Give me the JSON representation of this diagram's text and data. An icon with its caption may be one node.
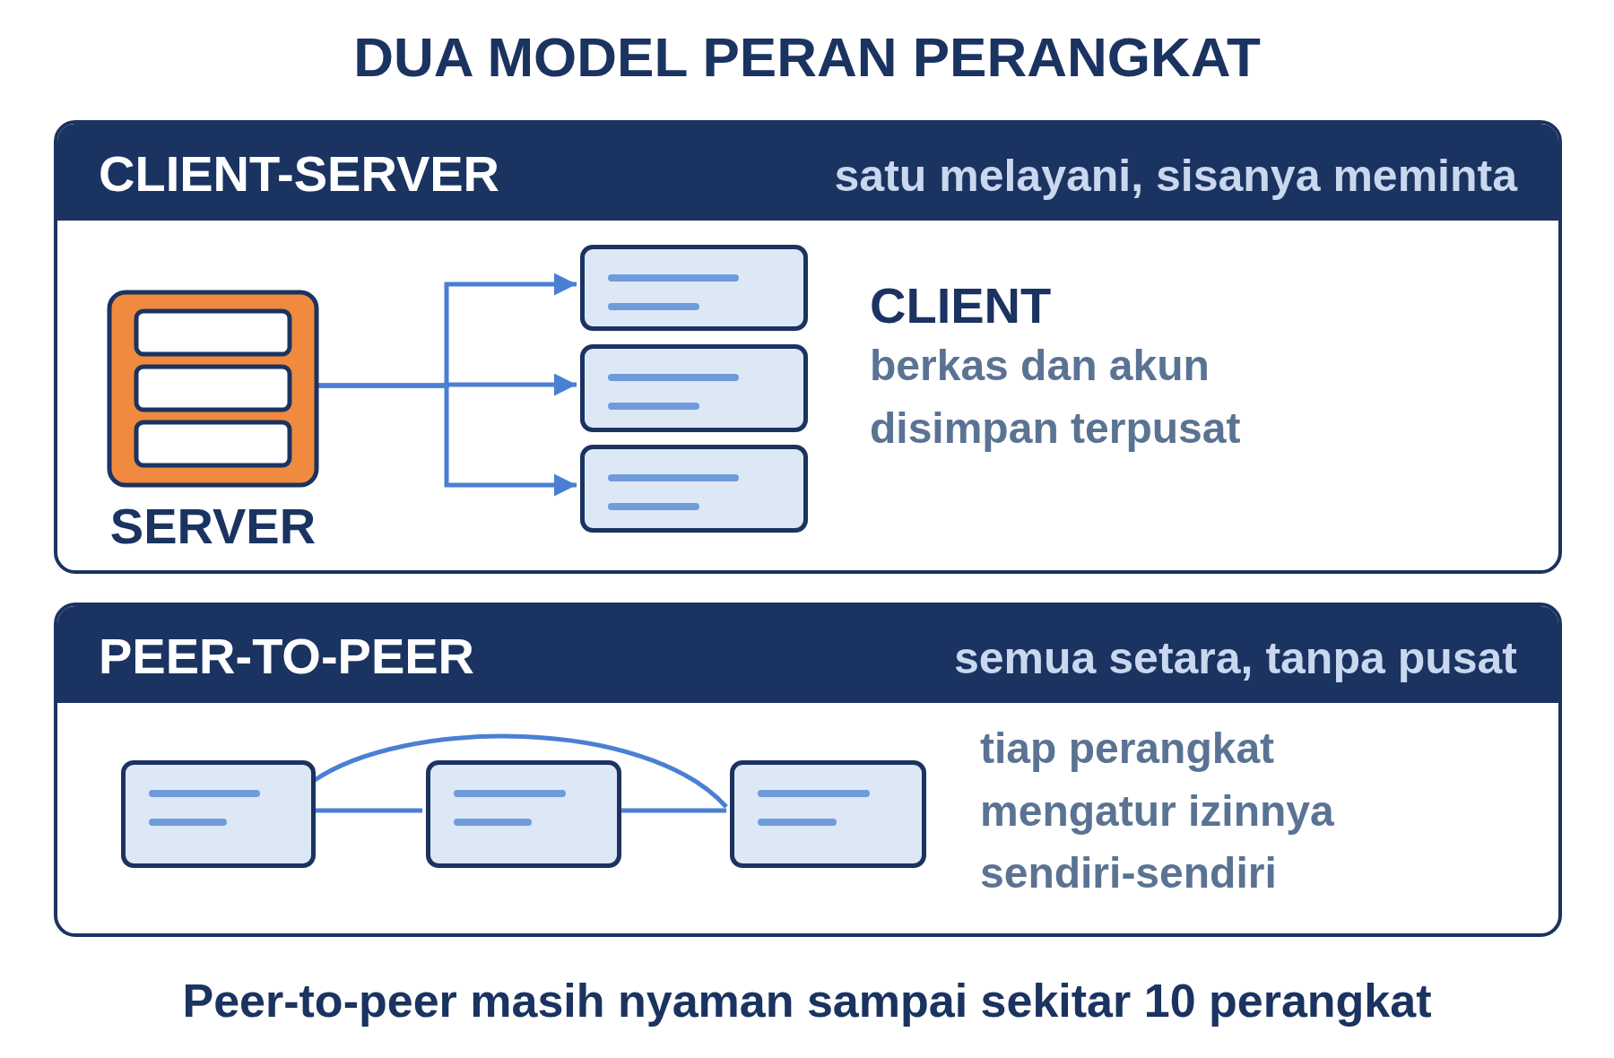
{
  "diagram": {
    "title": "DUA MODEL PERAN PERANGKAT",
    "caption": "Peer-to-peer masih nyaman sampai sekitar 10 perangkat",
    "nodes": [
      {
        "text": [
          "CLIENT-SERVER",
          "satu melayani, sisanya meminta"
        ]
      },
      {
        "text": [
          "SERVER"
        ],
        "in": 0
      },
      {
        "text": [],
        "shape": "box",
        "in": 0
      },
      {
        "text": [],
        "shape": "box",
        "in": 0
      },
      {
        "text": [],
        "shape": "box",
        "in": 0
      },
      {
        "text": [
          "PEER-TO-PEER",
          "semua setara, tanpa pusat"
        ]
      },
      {
        "text": [],
        "shape": "box",
        "in": 5
      },
      {
        "text": [],
        "shape": "box",
        "in": 5
      },
      {
        "text": [],
        "shape": "box",
        "in": 5
      }
    ],
    "edges": [
      {
        "from": 1,
        "to": 2,
        "arrow": "to"
      },
      {
        "from": 1,
        "to": 3,
        "arrow": "to"
      },
      {
        "from": 1,
        "to": 4,
        "arrow": "to"
      },
      {
        "from": 6,
        "to": 7,
        "arrow": "none"
      },
      {
        "from": 6,
        "to": 8,
        "arrow": "none"
      },
      {
        "from": 7,
        "to": 8,
        "arrow": "none"
      }
    ],
    "labels": [
      "CLIENT",
      "berkas dan akun disimpan terpusat",
      "tiap perangkat mengatur izinnya sendiri-sendiri"
    ]
  }
}
